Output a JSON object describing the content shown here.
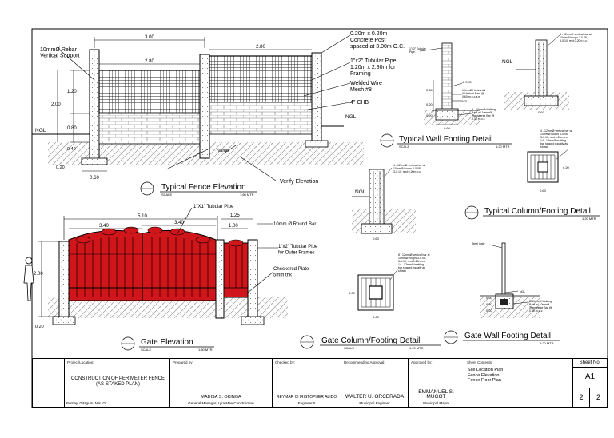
{
  "fence": {
    "dim_overall": "3.00",
    "dim_left": "2.80",
    "dim_right": "2.80",
    "dim_h_total": "2.00",
    "dim_h_upper": "1.20",
    "dim_h_lower": "0.80",
    "dim_ftg_depth": "0.40",
    "dim_ftg_base": "0.20",
    "dim_ftg_width": "0.60",
    "ngl": "NGL",
    "note_rebar": "10mmØ Rebar\nVertical Support",
    "note_post": "0.20m x 0.20m\nConcrete Post\nspaced at 3.00m O.C.",
    "note_tube": "1\"x2\" Tubular Pipe\n1.20m x 2.80m for\nFraming",
    "note_mesh": "Welded Wire\nMesh #8",
    "note_chb": "4\" CHB",
    "note_varies": "Varies",
    "note_verify": "Verify Elevation",
    "title": "Typical Fence Elevation",
    "scale_label": "SCALE",
    "scale_value": "1:60 MTR"
  },
  "wall_ftg": {
    "notes": [
      "1\"x2\" Tubular\nPipe",
      "4\" CHB",
      "10mmØ Horizontal\n& Vertical Bars @\n0.60 m.o.c.a.e.",
      "NGL",
      "3 - 10mmØ Matting\nBars w/ 10mmØ\nTransverse Bar @\n0.30 m.o.c."
    ],
    "dims": [
      "0.60",
      "0.20",
      "0.20",
      "0.60"
    ],
    "title": "Typical Wall Footing Detail",
    "scale_label": "SCALE",
    "scale_value": "1:20 MTR"
  },
  "col_ftg": {
    "notes_top": "4 - 12mmØ vertical bar w/\n10mmØ hoops 3-0.05,\n3-0.10, rest 0.20m o.c.",
    "ngl": "NGL",
    "notes_plan": "4 - 12mmØ vertical bar w/\n10mmØ hoops 3-0.05,\n3-0.10, rest 0.20m o.c.\n14 - 12mmØ matting\nbar spaced equally as\nshown",
    "dims": [
      "0.60",
      "0.60",
      "0.20"
    ],
    "title": "Typical Column/Footing Detail",
    "scale_value": "1:20 MTR"
  },
  "gate": {
    "dim_total": "5.10",
    "dim_leaf_l": "3.40",
    "dim_leaf_r": "3.40",
    "dim_side": "1.25",
    "dim_side_b": "1.00",
    "dim_height": "2.00",
    "dim_base": "0.20",
    "note_tube1": "1\"X1\" Tubular Pipe",
    "note_bar": "10mm Ø Round Bar",
    "note_tube2": "1\"x2\" Tubular Pipe\nfor Outer Frames",
    "note_plate": "Checkered Plate\n5mm thk",
    "title": "Gate Elevation",
    "scale_label": "SCALE",
    "scale_value": "1:50 MTR",
    "colors": {
      "red": "#d0161b",
      "dark_red": "#8e0e10"
    }
  },
  "gate_col": {
    "notes_left": "4 - 12mmØ vertical bar at\n10mmØ hoops 3-0.05,\n3-0.10, rest 0.20m o.c.",
    "ngl": "NGL",
    "notes_plan": "8 - 12mmØ vertical bar at\n10mmØ hoops 3-0.05,\n3-0.10, rest 0.20m o.c.\n14 - 12mmØ matting\nbar spaced equally as\nshown",
    "dims": [
      "0.60",
      "0.60",
      "0.60"
    ],
    "title": "Gate Column/Footing Detail",
    "scale_label": "SCALE",
    "scale_value": "1:20 MTR"
  },
  "gate_wall": {
    "notes": [
      "Steel Gate",
      "NGL",
      "3-10mmØ Matting\nBars w/ 10mmØ\nTransverse Bar @\n0.30 m.o.c."
    ],
    "dims": [
      "0.20",
      "0.40",
      "0.20"
    ],
    "title": "Gate Wall Footing Detail",
    "scale_value": "1:20 MTR"
  },
  "title_block": {
    "project_label": "Project/Location:",
    "project": "CONSTRUCTION OF PERIMETER FENCE\n(AS-STAKED PLAN)",
    "location": "Burnay, Gitagum, Mis. Or.",
    "prepared_label": "Prepared by:",
    "prepared_name": "MADISA S. OKINGA",
    "prepared_pos": "General Manager, Lyra Mae Construction",
    "checked_label": "Checked by:",
    "checked_name": "REYMAR CHRISTOPHER ALIDO",
    "checked_pos": "Engineer II",
    "recommending_label": "Recommending Approval:",
    "recommending_name": "WALTER U. ORCERADA",
    "recommending_pos": "Municipal Engineer",
    "approved_label": "Approved by:",
    "approved_name": "EMMANUEL S. MUGOT",
    "approved_pos": "Municipal Mayor",
    "contents_label": "Sheet Contents:",
    "contents": "Site Location Plan\nFence Elevation\nFence Floor Plan",
    "sheet_label": "Sheet No.",
    "sheet_no": "A1",
    "sheet_of_a": "2",
    "sheet_of_b": "2"
  }
}
